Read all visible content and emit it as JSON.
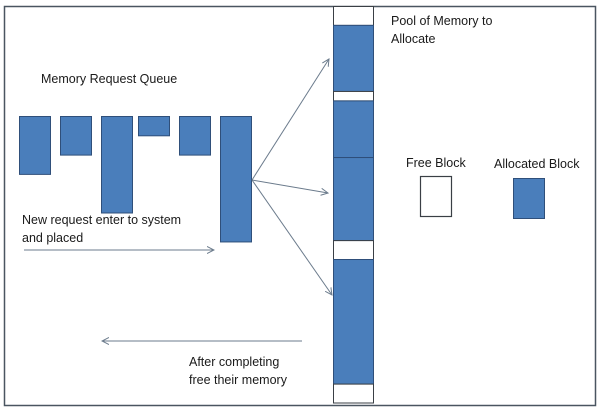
{
  "diagram": {
    "title_queue": "Memory Request Queue",
    "title_pool_line1": "Pool of Memory to",
    "title_pool_line2": "Allocate",
    "legend": {
      "free_label": "Free Block",
      "allocated_label": "Allocated Block"
    },
    "caption_enter_line1": "New request enter to system",
    "caption_enter_line2": "and placed",
    "caption_free_line1": "After completing",
    "caption_free_line2": "free their memory",
    "colors": {
      "block_fill": "#4a7ebb",
      "block_stroke": "#2f4f7a",
      "frame_stroke": "#4a5560",
      "arrow": "#6b7b8c",
      "free_fill": "#ffffff"
    },
    "queue_requests": [
      {
        "name": "request-1",
        "relative_size": 3
      },
      {
        "name": "request-2",
        "relative_size": 2
      },
      {
        "name": "request-3",
        "relative_size": 5
      },
      {
        "name": "request-4",
        "relative_size": 1
      },
      {
        "name": "request-5",
        "relative_size": 2
      },
      {
        "name": "request-6",
        "relative_size": 6.5
      }
    ],
    "pool_segments": [
      {
        "state": "free",
        "relative_size": 1
      },
      {
        "state": "allocated",
        "relative_size": 3.5
      },
      {
        "state": "free",
        "relative_size": 0.5
      },
      {
        "state": "allocated",
        "relative_size": 3
      },
      {
        "state": "allocated",
        "relative_size": 4.4
      },
      {
        "state": "free",
        "relative_size": 1
      },
      {
        "state": "allocated",
        "relative_size": 6.6
      },
      {
        "state": "free",
        "relative_size": 1
      }
    ]
  }
}
